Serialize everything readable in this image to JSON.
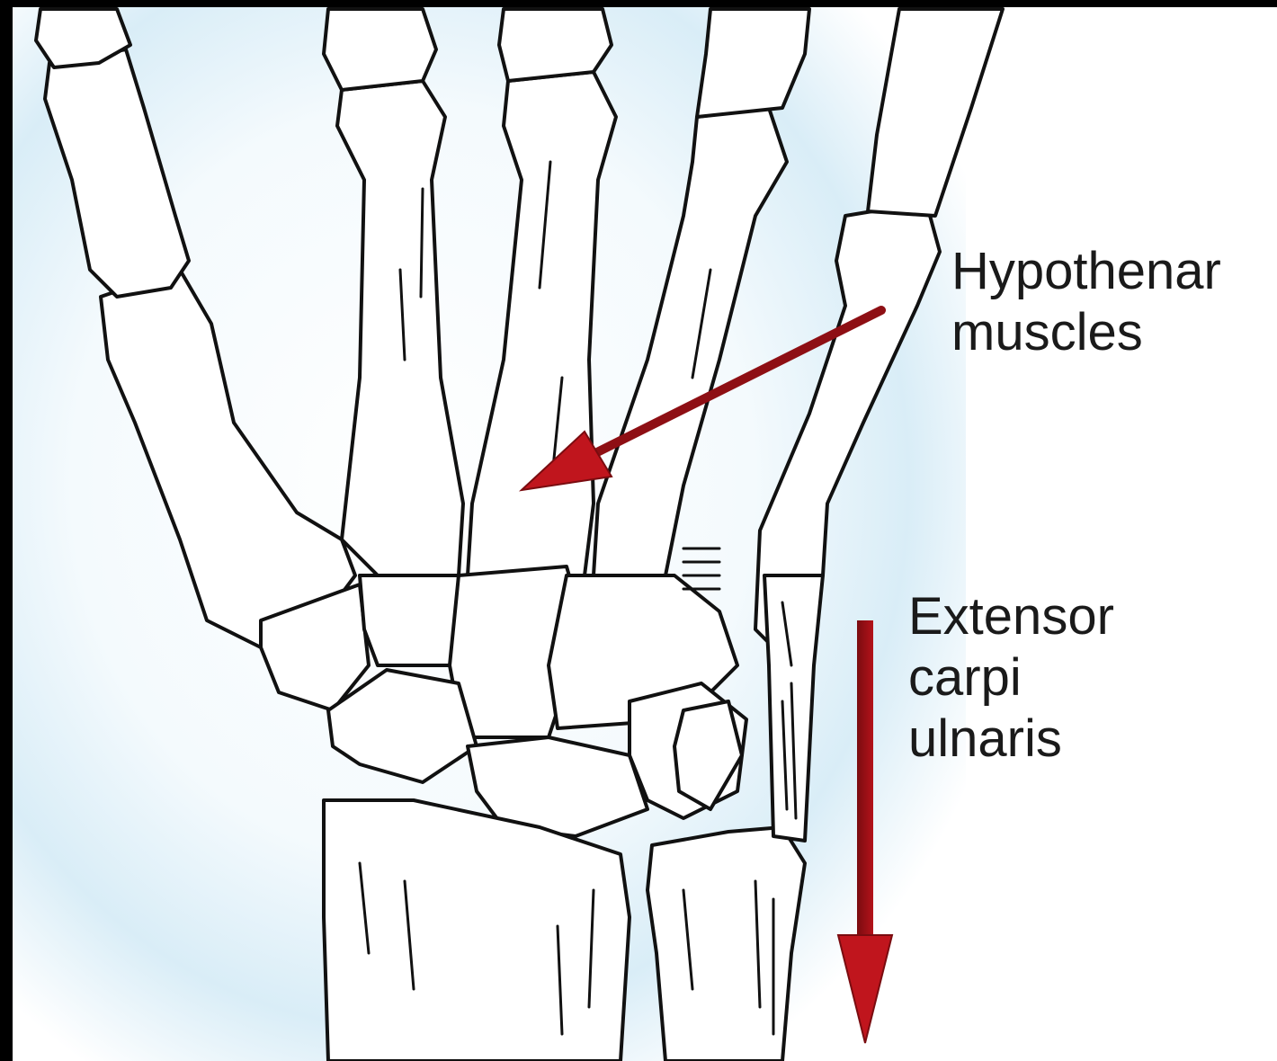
{
  "diagram": {
    "labels": {
      "hypothenar": [
        "Hypothenar",
        "muscles"
      ],
      "extensor": [
        "Extensor",
        "carpi",
        "ulnaris"
      ]
    },
    "arrow_color": "#b3121a",
    "arrow_dark": "#7a0c10",
    "background_glow": "#d6ecf6",
    "line_color": "#111111",
    "bone_fill": "#ffffff"
  }
}
